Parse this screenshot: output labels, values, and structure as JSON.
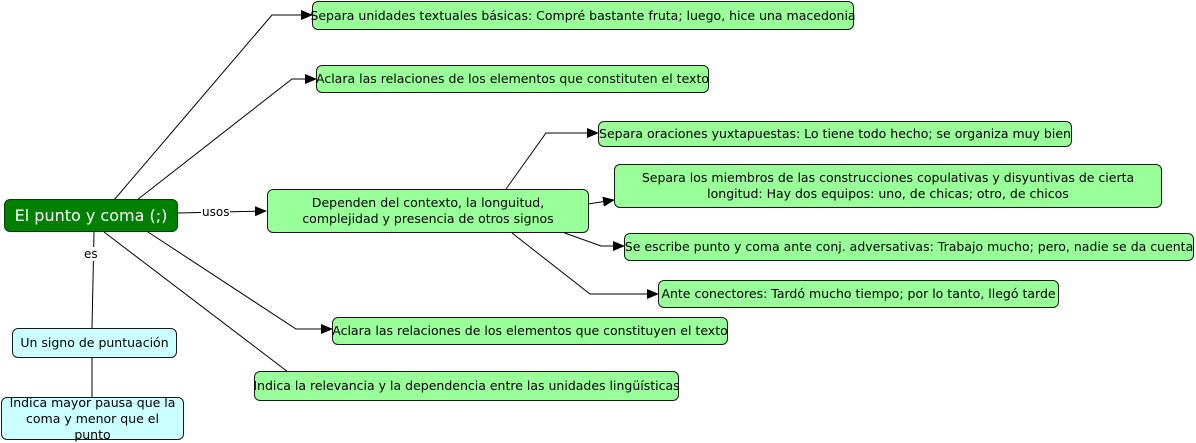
{
  "root": {
    "label": "El punto y coma (;)"
  },
  "links": {
    "usos": "usos",
    "es": "es"
  },
  "nodes": {
    "separa_unidades": "Separa unidades textuales básicas: Compré bastante fruta; luego, hice una macedonia",
    "aclara_constituten": "Aclara las relaciones de los elementos que constituten el texto",
    "dependen": "Dependen del contexto, la longuitud, complejidad y presencia de otros signos",
    "separa_oraciones": "Separa oraciones yuxtapuestas: Lo tiene todo hecho; se organiza muy bien",
    "separa_miembros": "Separa los miembros de las construcciones copulativas y disyuntivas de cierta longitud: Hay dos equipos: uno, de chicas; otro, de chicos",
    "adversativas": "Se escribe punto y coma ante conj. adversativas: Trabajo mucho; pero, nadie se da cuenta",
    "conectores": "Ante conectores: Tardó mucho tiempo; por lo tanto, llegó tarde",
    "aclara_constituyen": "Aclara las relaciones de los elementos que constituyen el texto",
    "indica_relevancia": "Indica la relevancia y la dependencia entre las unidades lingüísticas",
    "signo": "Un signo de puntuación",
    "pausa": "Indica mayor pausa que la coma y menor que el punto"
  },
  "colors": {
    "root": "#008000",
    "concept": "#99ff99",
    "definition": "#ccffff",
    "line": "#000000"
  }
}
